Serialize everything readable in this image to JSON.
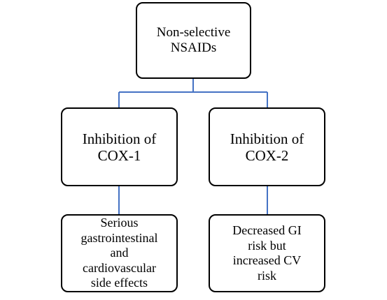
{
  "diagram": {
    "root": {
      "label": "Non-selective\nNSAIDs"
    },
    "branches": [
      {
        "label": "Inhibition of\nCOX-1",
        "effect": "Serious\ngastrointestinal\nand\ncardiovascular\nside effects"
      },
      {
        "label": "Inhibition of\nCOX-2",
        "effect": "Decreased GI\nrisk but\nincreased CV\nrisk"
      }
    ],
    "colors": {
      "connector": "#4472C4",
      "border": "#000000",
      "background": "#ffffff"
    }
  }
}
